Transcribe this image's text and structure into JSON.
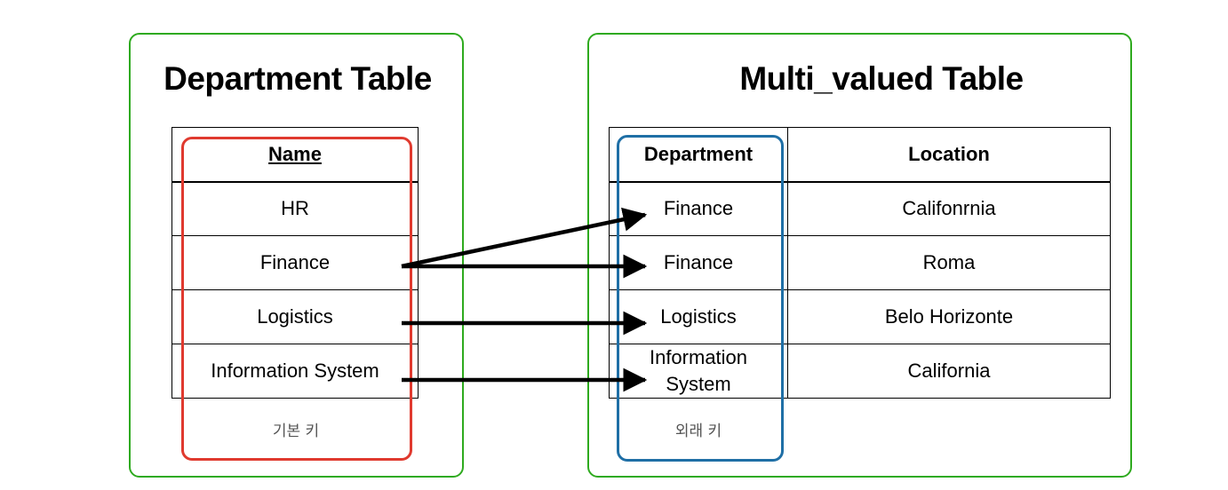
{
  "department_table": {
    "title": "Department Table",
    "header": "Name",
    "rows": [
      "HR",
      "Finance",
      "Logistics",
      "Information System"
    ],
    "key_label": "기본 키",
    "key_color": "#e03a2f"
  },
  "multi_valued_table": {
    "title": "Multi_valued Table",
    "headers": [
      "Department",
      "Location"
    ],
    "rows": [
      {
        "department": "Finance",
        "location": "Califonrnia"
      },
      {
        "department": "Finance",
        "location": "Roma"
      },
      {
        "department": "Logistics",
        "location": "Belo Horizonte"
      },
      {
        "department": "Information System",
        "location": "California"
      }
    ],
    "key_label": "외래 키",
    "key_color": "#1f6fa6"
  },
  "panel_border_color": "#2eaa1e",
  "arrows": [
    {
      "from": "Finance",
      "to_row": 1
    },
    {
      "from": "Finance",
      "to_row": 2
    },
    {
      "from": "Logistics",
      "to_row": 3
    },
    {
      "from": "Information System",
      "to_row": 4
    }
  ]
}
